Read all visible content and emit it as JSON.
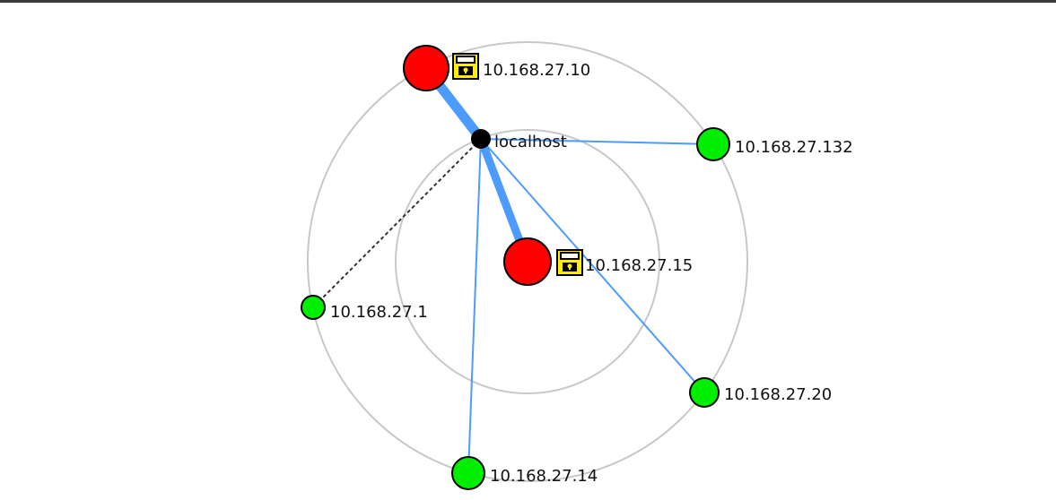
{
  "colors": {
    "ring": "#c8c8c8",
    "edge": "#4d9bff",
    "node_red": "#ff0000",
    "node_green": "#00ee00",
    "node_center": "#000000",
    "lock_fill": "#ffee00",
    "dashed_edge": "#333333"
  },
  "nodes": {
    "localhost": {
      "label": "localhost",
      "status": "center"
    },
    "n10": {
      "label": "10.168.27.10",
      "status": "red",
      "locked": true
    },
    "n15": {
      "label": "10.168.27.15",
      "status": "red",
      "locked": true
    },
    "n132": {
      "label": "10.168.27.132",
      "status": "green"
    },
    "n1": {
      "label": "10.168.27.1",
      "status": "green"
    },
    "n20": {
      "label": "10.168.27.20",
      "status": "green"
    },
    "n14": {
      "label": "10.168.27.14",
      "status": "green"
    }
  },
  "edges": [
    {
      "from": "localhost",
      "to": "n10",
      "style": "thick"
    },
    {
      "from": "localhost",
      "to": "n15",
      "style": "thick"
    },
    {
      "from": "localhost",
      "to": "n132",
      "style": "thin"
    },
    {
      "from": "localhost",
      "to": "n20",
      "style": "thin"
    },
    {
      "from": "localhost",
      "to": "n14",
      "style": "thin"
    },
    {
      "from": "localhost",
      "to": "n1",
      "style": "dashed"
    }
  ]
}
